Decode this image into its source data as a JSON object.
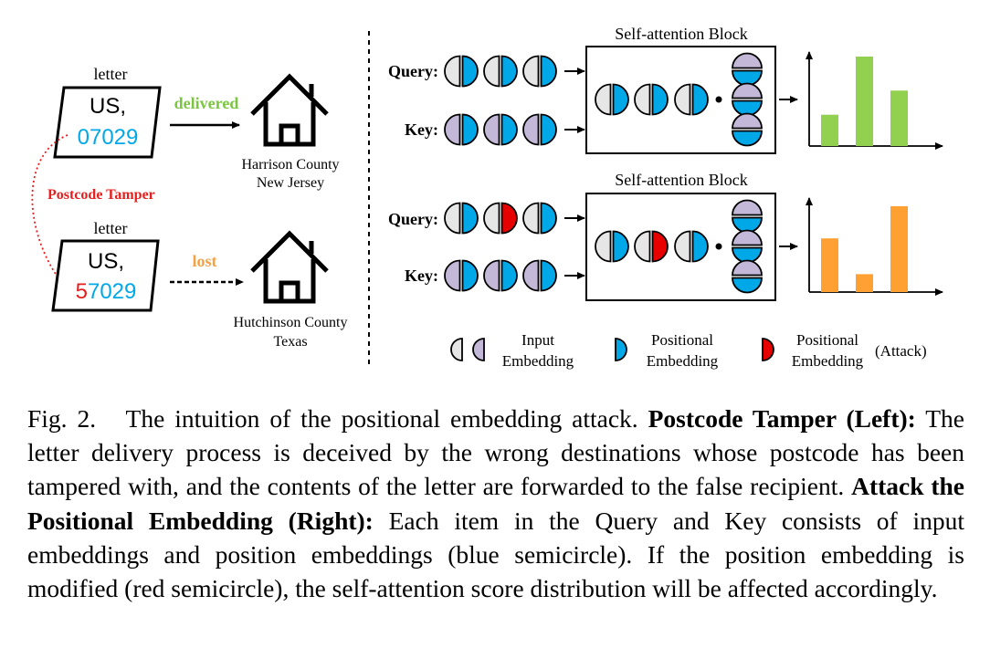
{
  "left_panel": {
    "letter_top": {
      "label": "letter",
      "country": "US,",
      "postcode": "07029"
    },
    "delivered_label": "delivered",
    "house_top_label_line1": "Harrison County",
    "house_top_label_line2": "New Jersey",
    "tamper_label": "Postcode Tamper",
    "letter_bottom": {
      "label": "letter",
      "country": "US,",
      "postcode_changed": "5",
      "postcode_rest": "7029"
    },
    "lost_label": "lost",
    "house_bottom_label_line1": "Hutchinson County",
    "house_bottom_label_line2": "Texas"
  },
  "right_panel": {
    "block_title": "Self-attention Block",
    "query_label": "Query:",
    "key_label": "Key:",
    "top_scores": [
      0.35,
      1.0,
      0.62
    ],
    "bottom_scores": [
      0.6,
      0.2,
      0.96
    ]
  },
  "legend": {
    "input_line1": "Input",
    "input_line2": "Embedding",
    "pos_line1": "Positional",
    "pos_line2": "Embedding",
    "attack_line1": "Positional",
    "attack_line2": "Embedding",
    "attack_suffix": "(Attack)"
  },
  "colors": {
    "blue": "#00a8e8",
    "lavender": "#c4b8d8",
    "light_gray": "#e6e6e6",
    "red": "#e60000",
    "green": "#92d050",
    "orange": "#ffa033",
    "text_green": "#7cc542",
    "text_orange": "#f5a142",
    "text_red": "#e61e1e"
  },
  "caption": {
    "fig_label": "Fig. 2.",
    "text1": "The intuition of the positional embedding attack.",
    "bold1": "Postcode Tamper (Left):",
    "text2": "The letter delivery process is deceived by the wrong destinations whose postcode has been tampered with, and the contents of the letter are forwarded to the false recipient.",
    "bold2": "Attack the Positional Embedding (Right):",
    "text3": "Each item in the Query and Key consists of input embeddings and position embeddings (blue semicircle). If the position embedding is modified (red semicircle), the self-attention score distribution will be affected accordingly."
  }
}
